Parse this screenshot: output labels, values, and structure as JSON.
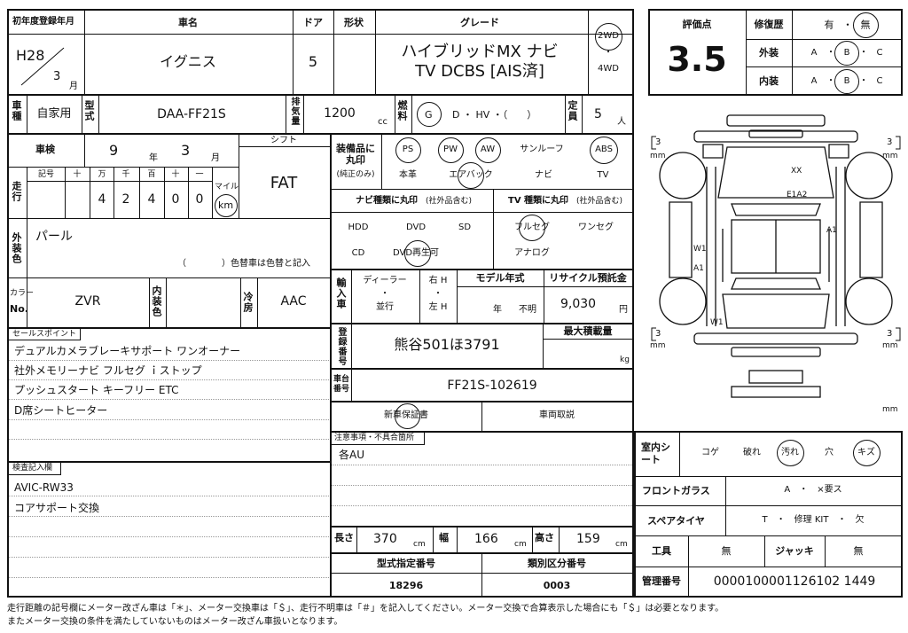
{
  "header": {
    "reg_year_label": "初年度登録年月",
    "reg_era": "H28",
    "reg_month": "3",
    "reg_month_unit": "月",
    "car_name_label": "車名",
    "car_name": "イグニス",
    "door_label": "ドア",
    "door": "5",
    "shape_label": "形状",
    "grade_label": "グレード",
    "grade_line1": "ハイブリッドMX ナビ",
    "grade_line2": "TV DCBS [AIS済]",
    "drive_2wd": "2WD",
    "drive_dot": "・",
    "drive_4wd": "4WD"
  },
  "score": {
    "label": "評価点",
    "value": "3.5",
    "repair_label": "修復歴",
    "repair_yes": "有",
    "repair_dot": "・",
    "repair_no": "無",
    "exterior_label": "外装",
    "interior_label": "内装",
    "grade_a": "A",
    "grade_dot": "・",
    "grade_b": "B",
    "grade_c": "C"
  },
  "row2": {
    "use_label": "車種",
    "use_value": "自家用",
    "model_label": "型式",
    "model_value": "DAA-FF21S",
    "displacement_label": "排気量",
    "displacement_value": "1200",
    "displacement_unit": "cc",
    "fuel_label": "燃料",
    "fuel_g": "G",
    "fuel_rest": "D ・ HV ・（　　）",
    "capacity_label": "定員",
    "capacity_value": "5",
    "capacity_unit": "人"
  },
  "inspection": {
    "label": "車検",
    "year": "9",
    "year_unit": "年",
    "month": "3",
    "month_unit": "月",
    "shift_label": "シフト",
    "shift_value": "FAT"
  },
  "mileage": {
    "label": "走行",
    "col_labels": [
      "記号",
      "十",
      "万",
      "千",
      "百",
      "十",
      "一"
    ],
    "digits": [
      "4",
      "2",
      "4",
      "0",
      "0"
    ],
    "mile_label": "マイル",
    "km_label": "km"
  },
  "exterior_color": {
    "label": "外装色",
    "value": "パール",
    "note": "（　　　　）色替車は色替と記入"
  },
  "color_no": {
    "label_top": "カラー",
    "label_bottom": "No.",
    "value": "ZVR",
    "interior_color_label": "内装色",
    "ac_label": "冷房",
    "ac_value": "AAC"
  },
  "equipment": {
    "label": "装備品に丸印",
    "label_note": "(純正のみ)",
    "row1": [
      "PS",
      "PW",
      "AW",
      "サンルーフ",
      "ABS"
    ],
    "row2": [
      "本革",
      "エアバック",
      "ナビ",
      "TV"
    ]
  },
  "navi": {
    "label": "ナビ種類に丸印",
    "label_note": "(社外品含む)",
    "row1": [
      "HDD",
      "DVD",
      "SD"
    ],
    "row2": [
      "CD",
      "DVD再生可"
    ]
  },
  "tv": {
    "label": "TV 種類に丸印",
    "label_note": "(社外品含む)",
    "row1": [
      "フルセグ",
      "ワンセグ"
    ],
    "row2": [
      "アナログ"
    ]
  },
  "import": {
    "label": "輸入車",
    "dealer": "ディーラー",
    "dot": "・",
    "parallel": "並行",
    "right_h": "右 H",
    "left_h": "左 H",
    "model_year_label": "モデル年式",
    "model_year_unit": "年",
    "model_year_value": "不明",
    "recycle_label": "リサイクル預託金",
    "recycle_value": "9,030",
    "recycle_unit": "円"
  },
  "registration": {
    "label": "登録番号",
    "value": "熊谷501ほ3791",
    "max_load_label": "最大積載量",
    "max_load_unit": "kg"
  },
  "chassis": {
    "label": "車台番号",
    "value": "FF21S-102619"
  },
  "docs": {
    "warranty": "新車保証書",
    "manual": "車両取説"
  },
  "caution": {
    "label": "注意事項・不具合箇所",
    "lines": [
      "各AU"
    ]
  },
  "sales_points": {
    "label": "セールスポイント",
    "lines": [
      "デュアルカメラブレーキサポート ワンオーナー",
      "社外メモリーナビ フルセグ ｉストップ",
      "プッシュスタート キーフリー ETC",
      "D席シートヒーター"
    ]
  },
  "inspector": {
    "label": "検査記入欄",
    "lines": [
      "AVIC-RW33",
      "コアサポート交換"
    ]
  },
  "dimensions": {
    "length_label": "長さ",
    "length": "370",
    "width_label": "幅",
    "width": "166",
    "height_label": "高さ",
    "height": "159",
    "unit": "cm"
  },
  "type_numbers": {
    "type_label": "型式指定番号",
    "type_value": "18296",
    "class_label": "類別区分番号",
    "class_value": "0003"
  },
  "interior_sheet": {
    "label": "室内シート",
    "items": [
      "コゲ",
      "破れ",
      "汚れ",
      "穴",
      "キズ"
    ]
  },
  "windshield": {
    "label": "フロントガラス",
    "options": "A　・　×要ス"
  },
  "spare_tire": {
    "label": "スペアタイヤ",
    "options": "T　・　修理 KIT　・　欠"
  },
  "tools": {
    "label": "工具",
    "value": "無",
    "jack_label": "ジャッキ",
    "jack_value": "無"
  },
  "management": {
    "label": "管理番号",
    "value": "0000100001126102 1449"
  },
  "diagram": {
    "tread_value": "3",
    "tread_unit": "mm",
    "marks": [
      "XX",
      "E1A2",
      "A1",
      "W1",
      "A1",
      "W1"
    ]
  },
  "footnotes": [
    "走行距離の記号欄にメーター改ざん車は「＊」、メーター交換車は「＄」、走行不明車は「＃」を記入してください。メーター交換で合算表示した場合にも「＄」は必要となります。",
    "またメーター交換の条件を満たしていないものはメーター改ざん車扱いとなります。"
  ]
}
